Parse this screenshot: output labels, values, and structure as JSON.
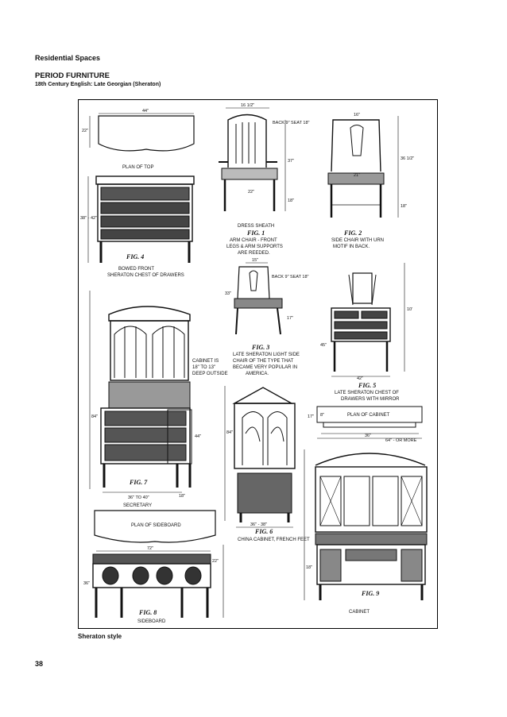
{
  "header": {
    "section": "Residential Spaces",
    "title": "PERIOD FURNITURE",
    "subtitle": "18th Century English: Late Georgian (Sheraton)"
  },
  "figures": [
    {
      "id": "fig1",
      "label": "FIG. 1",
      "notes": [
        "ARM CHAIR - FRONT",
        "LEGS & ARM SUPPORTS",
        "ARE REEDED."
      ],
      "top_note": "DRESS SHEATH",
      "dims": [
        "16 1/2\"",
        "22\"",
        "37\"",
        "18\"",
        "BACK 9\" SEAT 18\""
      ]
    },
    {
      "id": "fig2",
      "label": "FIG. 2",
      "notes": [
        "SIDE CHAIR WITH URN",
        "MOTIF IN BACK."
      ],
      "dims": [
        "16\"",
        "21\"",
        "36 1/2\"",
        "18\""
      ]
    },
    {
      "id": "fig3",
      "label": "FIG. 3",
      "notes": [
        "LATE SHERATON LIGHT SIDE",
        "CHAIR OF THE TYPE THAT",
        "BECAME VERY POPULAR IN",
        "AMERICA."
      ],
      "dims": [
        "15\"",
        "33\"",
        "17\"",
        "BACK 9\" SEAT 18\""
      ]
    },
    {
      "id": "fig4",
      "label": "FIG. 4",
      "notes": [
        "BOWED FRONT",
        "SHERATON CHEST OF DRAWERS"
      ],
      "plan": "PLAN OF TOP",
      "dims": [
        "44\"",
        "22\"",
        "38\" - 42\""
      ]
    },
    {
      "id": "fig5",
      "label": "FIG. 5",
      "notes": [
        "LATE SHERATON CHEST OF",
        "DRAWERS WITH MIRROR"
      ],
      "dims": [
        "42\"",
        "10'",
        "45\""
      ]
    },
    {
      "id": "fig6",
      "label": "FIG. 6",
      "notes": [
        "CHINA CABINET, FRENCH FEET"
      ],
      "dims": [
        "36\" - 38\"",
        "84\""
      ]
    },
    {
      "id": "fig7",
      "label": "FIG. 7",
      "notes": [
        "SECRETARY"
      ],
      "side": [
        "CABINET IS",
        "18\" TO 13\"",
        "DEEP OUTSIDE"
      ],
      "dims": [
        "36\" TO 40\"",
        "18\"",
        "84\"",
        "44\""
      ]
    },
    {
      "id": "fig8",
      "label": "FIG. 8",
      "notes": [
        "SIDEBOARD"
      ],
      "plan": "PLAN OF SIDEBOARD",
      "dims": [
        "72\"",
        "22\"",
        "36\""
      ]
    },
    {
      "id": "fig9",
      "label": "FIG. 9",
      "notes": [
        "CABINET"
      ],
      "plan": "PLAN OF CABINET",
      "dims": [
        "64\" - OR MORE",
        "36\"",
        "17\"",
        "8\"",
        "18\""
      ]
    }
  ],
  "caption": "Sheraton style",
  "page_number": "38"
}
